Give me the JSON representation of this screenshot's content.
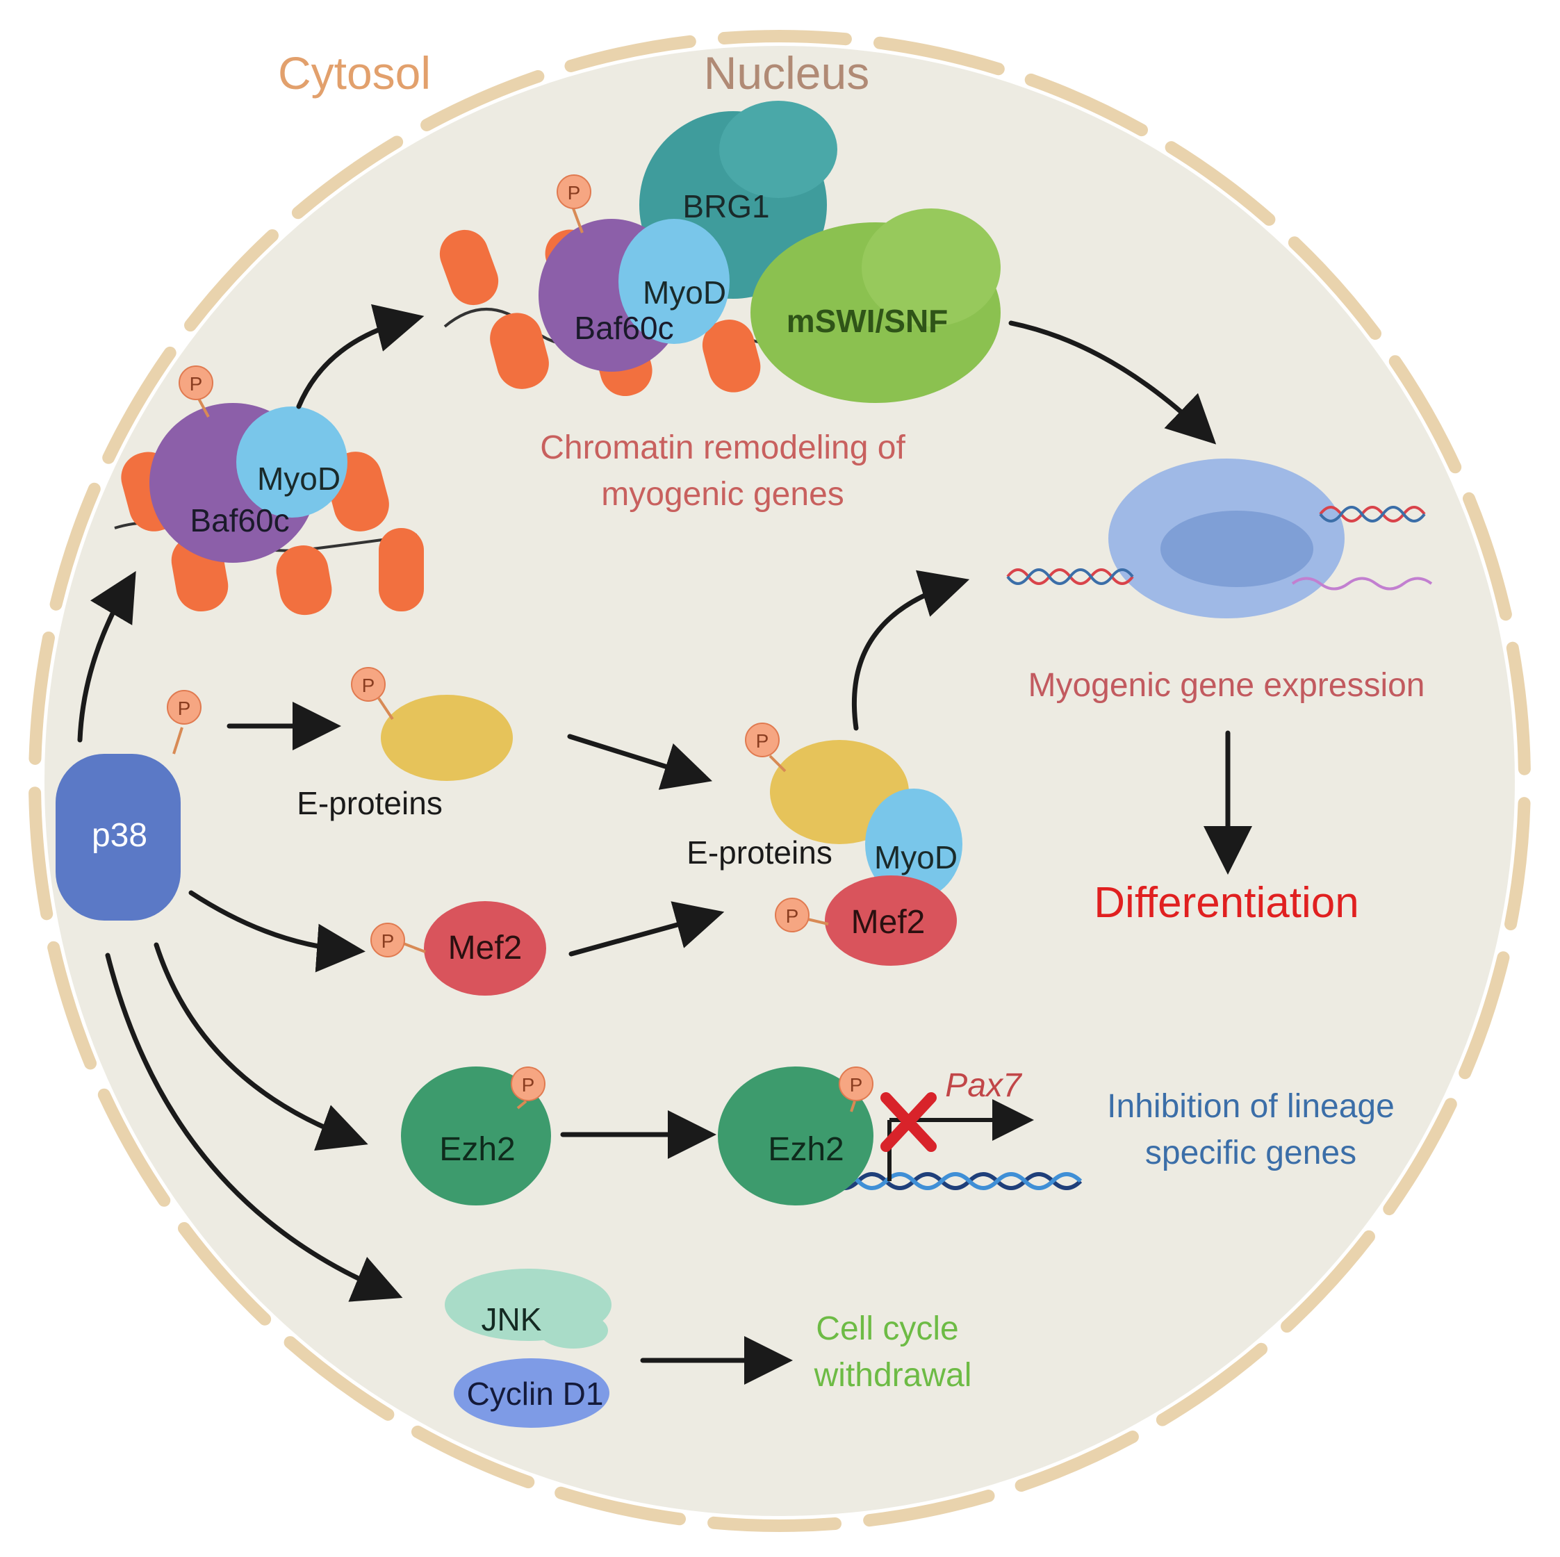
{
  "compartments": {
    "cytosol": "Cytosol",
    "nucleus": "Nucleus"
  },
  "proteins": {
    "p38": "p38",
    "brg1": "BRG1",
    "myod_top": "MyoD",
    "baf60c_top": "Baf60c",
    "mswi": "mSWI/SNF",
    "myod_left": "MyoD",
    "baf60c_left": "Baf60c",
    "eproteins_single": "E-proteins",
    "eproteins_complex": "E-proteins",
    "myod_complex": "MyoD",
    "mef2_single": "Mef2",
    "mef2_complex": "Mef2",
    "ezh2_single": "Ezh2",
    "ezh2_bound": "Ezh2",
    "jnk": "JNK",
    "cyclin": "Cyclin D1",
    "pax7": "Pax7"
  },
  "phospho_label": "P",
  "outcomes": {
    "chromatin_line1": "Chromatin remodeling of",
    "chromatin_line2": "myogenic genes",
    "expression": "Myogenic gene expression",
    "differentiation": "Differentiation",
    "inhibition_line1": "Inhibition of lineage",
    "inhibition_line2": "specific genes",
    "cellcycle_line1": "Cell cycle",
    "cellcycle_line2": "withdrawal"
  },
  "colors": {
    "membrane": "#e9d3ad",
    "cell_fill": "#edebe2",
    "cytosol_label": "#e2a06c",
    "nucleus_label": "#b08a75",
    "nucleosome": "#f2703f",
    "baf60c": "#8c5fa9",
    "myod": "#79c6ea",
    "brg1": "#3f9c9c",
    "mswi": "#8bc150",
    "eproteins": "#e6c35a",
    "mef2": "#d9545c",
    "ezh2": "#3d9b6d",
    "p38": "#5b79c6",
    "jnk": "#a9dcc8",
    "cyclin": "#7e9be6",
    "phospho": "#f6a682",
    "chromatin_text": "#c8605e",
    "expression_text": "#c25a5f",
    "differentiation_text": "#e02020",
    "inhibition_text": "#3b6ea8",
    "cellcycle_text": "#6dbb45",
    "pax7_text": "#c14648",
    "arrow": "#1a1a1a",
    "block_x": "#d8232a"
  }
}
